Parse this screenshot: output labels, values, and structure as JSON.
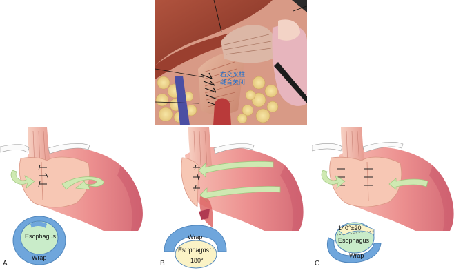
{
  "top_photo": {
    "label_line1": "右交叉柱",
    "label_line2": "缝合关闭"
  },
  "panels": [
    {
      "letter": "A",
      "inner": "Esophagus",
      "outer": "Wrap"
    },
    {
      "letter": "B",
      "outer_top": "Wrap",
      "inner": "Esophagus",
      "angle": "180°"
    },
    {
      "letter": "C",
      "angle": "140°±20",
      "inner": "Esophagus",
      "outer": "Wrap"
    }
  ],
  "colors": {
    "stomach": "#e98a8a",
    "esophagus": "#f2b9a6",
    "wrap_ring": "#6fa6dc",
    "lumen": "#c9ecc9",
    "arrow": "#cfe9b2"
  }
}
